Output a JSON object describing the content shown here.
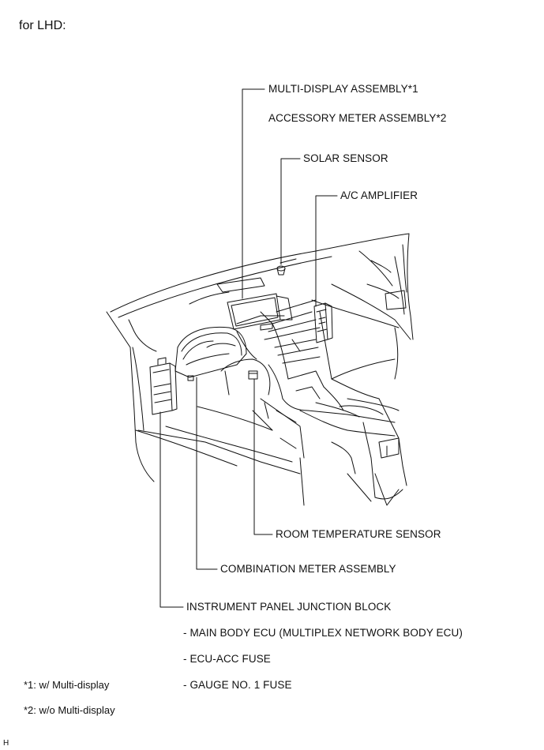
{
  "header": "for LHD:",
  "callouts": {
    "multi_display": "MULTI-DISPLAY ASSEMBLY*1",
    "accessory_meter": "ACCESSORY METER ASSEMBLY*2",
    "solar_sensor": "SOLAR SENSOR",
    "ac_amplifier": "A/C AMPLIFIER",
    "room_temp_sensor": "ROOM TEMPERATURE SENSOR",
    "combination_meter": "COMBINATION METER ASSEMBLY",
    "junction_block": "INSTRUMENT PANEL JUNCTION BLOCK",
    "sub_main_body_ecu": "- MAIN BODY ECU (MULTIPLEX NETWORK BODY ECU)",
    "sub_ecu_acc_fuse": "- ECU-ACC FUSE",
    "sub_gauge_fuse": "- GAUGE NO. 1 FUSE"
  },
  "footnotes": {
    "note1": "*1: w/ Multi-display",
    "note2": "*2: w/o Multi-display"
  },
  "corner_mark": "H",
  "colors": {
    "line": "#111111",
    "background": "#ffffff"
  }
}
